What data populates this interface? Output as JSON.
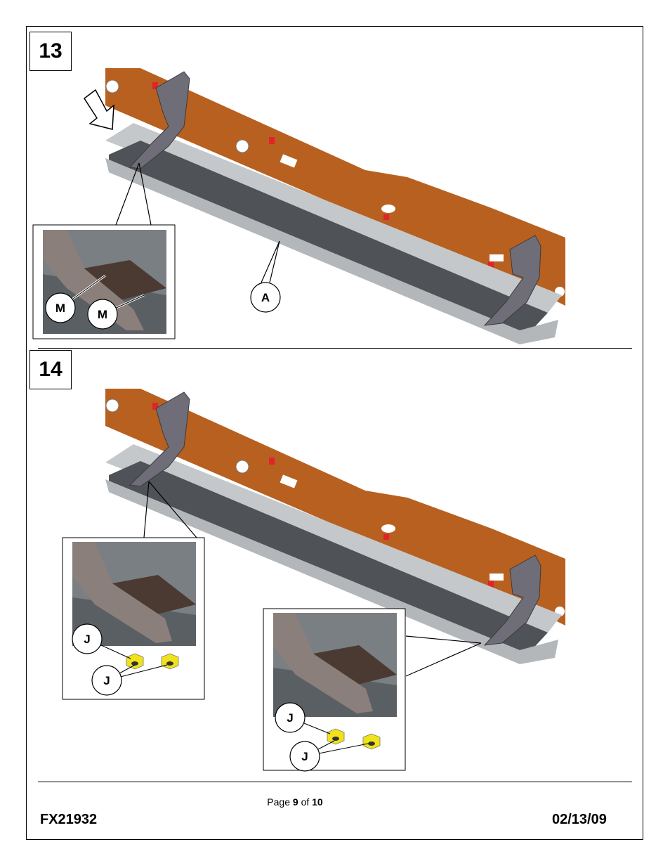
{
  "steps": [
    {
      "number": "13",
      "callouts": {
        "main": "A",
        "detail_1": "M",
        "detail_2": "M"
      }
    },
    {
      "number": "14",
      "callouts": {
        "left_1": "J",
        "left_2": "J",
        "right_1": "J",
        "right_2": "J"
      }
    }
  ],
  "footer": {
    "page_prefix": "Page",
    "page_current": "9",
    "page_of": "of",
    "page_total": "10",
    "part_number": "FX21932",
    "date": "02/13/09"
  },
  "colors": {
    "frame_orange": "#b8601f",
    "tray_dark": "#4f5357",
    "tray_light": "#c5c8cb",
    "bracket": "#6f6d77",
    "nut_yellow": "#f0e21b",
    "marker_red": "#e0242a"
  }
}
